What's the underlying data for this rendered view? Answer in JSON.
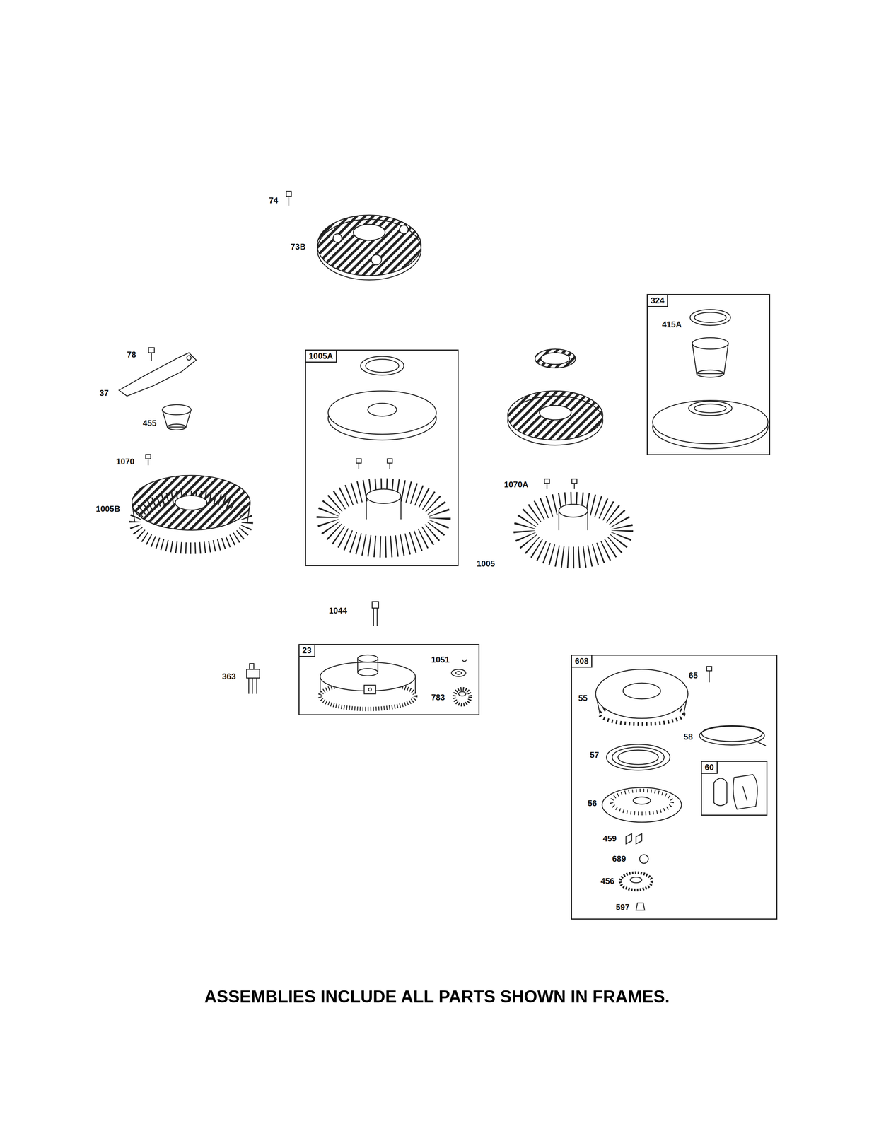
{
  "diagram": {
    "caption": "ASSEMBLIES INCLUDE ALL PARTS SHOWN IN FRAMES.",
    "nodes": [
      {
        "text": [
          "324",
          "415A"
        ]
      },
      {
        "text": [
          "1005A"
        ]
      },
      {
        "text": [
          "23",
          "1051",
          "783"
        ]
      },
      {
        "text": [
          "608",
          "65",
          "55",
          "58",
          "57",
          "56",
          "459",
          "689",
          "456",
          "597"
        ]
      },
      {
        "text": [
          "60"
        ],
        "in": 3
      }
    ],
    "labels": [
      "74",
      "73B",
      "78",
      "37",
      "455",
      "1070",
      "1005B",
      "1070A",
      "1005",
      "1044",
      "363"
    ]
  }
}
